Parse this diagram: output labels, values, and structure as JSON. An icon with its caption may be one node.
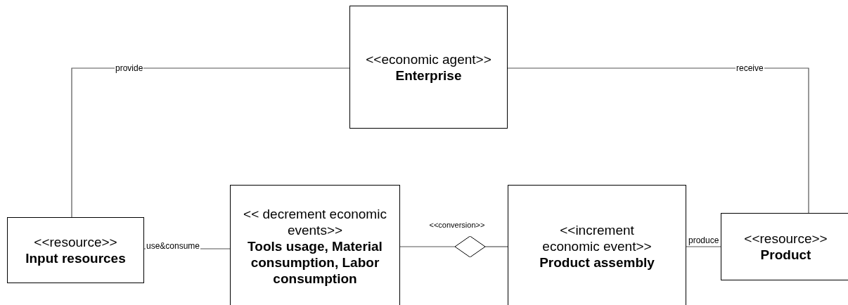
{
  "diagram": {
    "nodes": [
      {
        "text": [
          "<<economic agent>>",
          "Enterprise"
        ]
      },
      {
        "text": [
          "<<resource>>",
          "Input resources"
        ]
      },
      {
        "text": [
          "<< decrement economic events>>",
          "Tools usage, Material consumption, Labor consumption"
        ]
      },
      {
        "text": [
          "<<increment economic event>>",
          "Product assembly"
        ]
      },
      {
        "text": [
          "<<resource>>",
          "Product"
        ]
      },
      {
        "text": [],
        "shape": "diamond",
        "beside": [
          "<<conversion>>"
        ]
      }
    ],
    "edges": [
      {
        "from": 0,
        "to": 1,
        "arrow": "none",
        "label": "provide"
      },
      {
        "from": 0,
        "to": 4,
        "arrow": "none",
        "label": "receive"
      },
      {
        "from": 1,
        "to": 2,
        "arrow": "none",
        "label": "use&consume"
      },
      {
        "from": 2,
        "to": 5,
        "arrow": "none"
      },
      {
        "from": 5,
        "to": 3,
        "arrow": "none"
      },
      {
        "from": 3,
        "to": 4,
        "arrow": "none",
        "label": "produce"
      }
    ]
  }
}
